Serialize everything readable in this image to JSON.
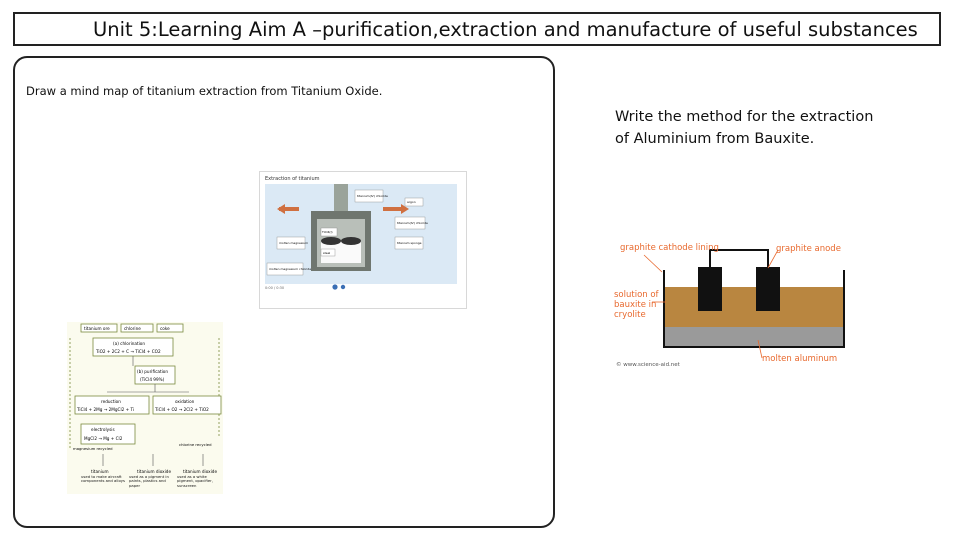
{
  "header": {
    "title": "Unit 5:Learning Aim A –purification,extraction and manufacture of useful substances"
  },
  "left_panel": {
    "prompt": "Draw a mind map of titanium extraction from Titanium Oxide."
  },
  "right_panel": {
    "prompt_line1": "Write the method for the extraction",
    "prompt_line2": "of Aluminium from Bauxite."
  },
  "titanium_figure": {
    "title": "Extraction of titanium",
    "labels": {
      "gas": "titanium(IV) chloride",
      "argon": "argon",
      "vessel": "titanium(IV) chloride",
      "tiCl4": "TiCl4(l)",
      "mg": "molten magnesium",
      "ti": "titanium sponge",
      "steel": "steel",
      "mgcl": "molten magnesium chloride"
    },
    "footer": "0:00 / 0:30"
  },
  "flowchart": {
    "inputs": [
      "titanium ore",
      "chlorine",
      "coke"
    ],
    "step1_title": "(a) chlorination",
    "step1_eq": "TiO2 + 2C2 + C → TiCl4 + CO2",
    "step2_title": "(b) purification",
    "step2_sub": "(TiCl4 99%)",
    "step3_title": "reduction",
    "step3_eq": "TiCl4 + 2Mg → 2MgCl2 + Ti",
    "step4_title": "oxidation",
    "step4_eq": "TiCl4 + O2 → 2Cl2 + TiO2",
    "step5_title": "electrolysis",
    "step5_eq": "MgCl2 → Mg + Cl2",
    "recycle_mg": "magnesium recycled",
    "recycle_cl": "chlorine recycled",
    "output1": "titanium",
    "output1_desc": "used to make aircraft components and alloys",
    "output2": "titanium dioxide",
    "output2_desc": "used as a pigment in paints, plastics and paper",
    "output3": "titanium dioxide",
    "output3_desc": "used as a white pigment, opacifier, sunscreen"
  },
  "aluminium_figure": {
    "label_cathode": "graphite cathode lining",
    "label_anode": "graphite anode",
    "label_solution": "solution of bauxite in cryolite",
    "label_molten": "molten aluminum",
    "credit": "© www.science-aid.net"
  },
  "colors": {
    "label_orange": "#e8692e",
    "electrolyte": "#b98640",
    "aluminium": "#9a9a9a",
    "anode": "#111111",
    "flow_green": "#7a8a3e",
    "flow_bg": "#f2f2dc"
  }
}
